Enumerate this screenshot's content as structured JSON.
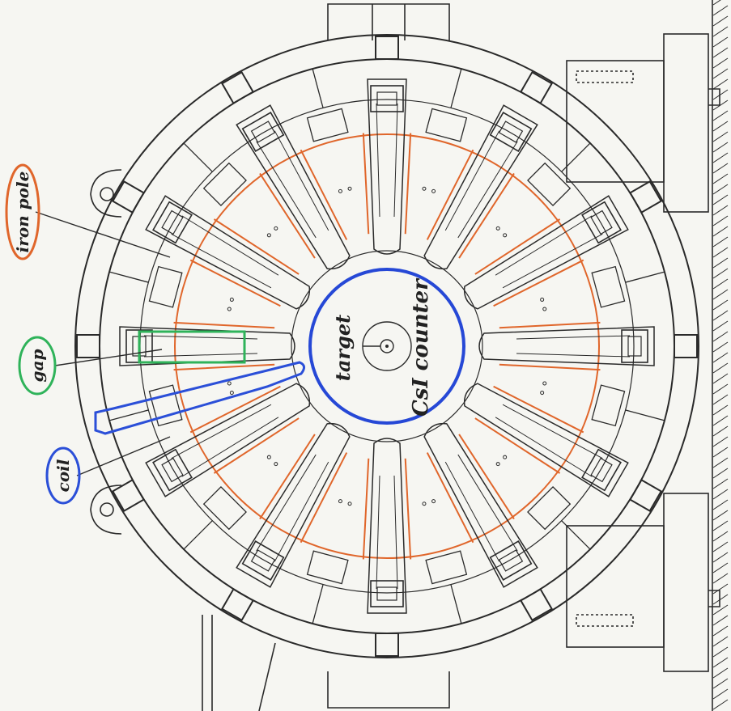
{
  "labels": {
    "iron_pole": "iron pole",
    "gap": "gap",
    "coil": "coil",
    "target": "target",
    "counter": "CsI counter"
  },
  "sectors": 12,
  "colors": {
    "paper": "#f6f6f2",
    "ink": "#2a2a2a",
    "iron_pole": "#e0662b",
    "gap": "#2fb35a",
    "coil": "#2b4fd8",
    "counter": "#2648d6"
  }
}
